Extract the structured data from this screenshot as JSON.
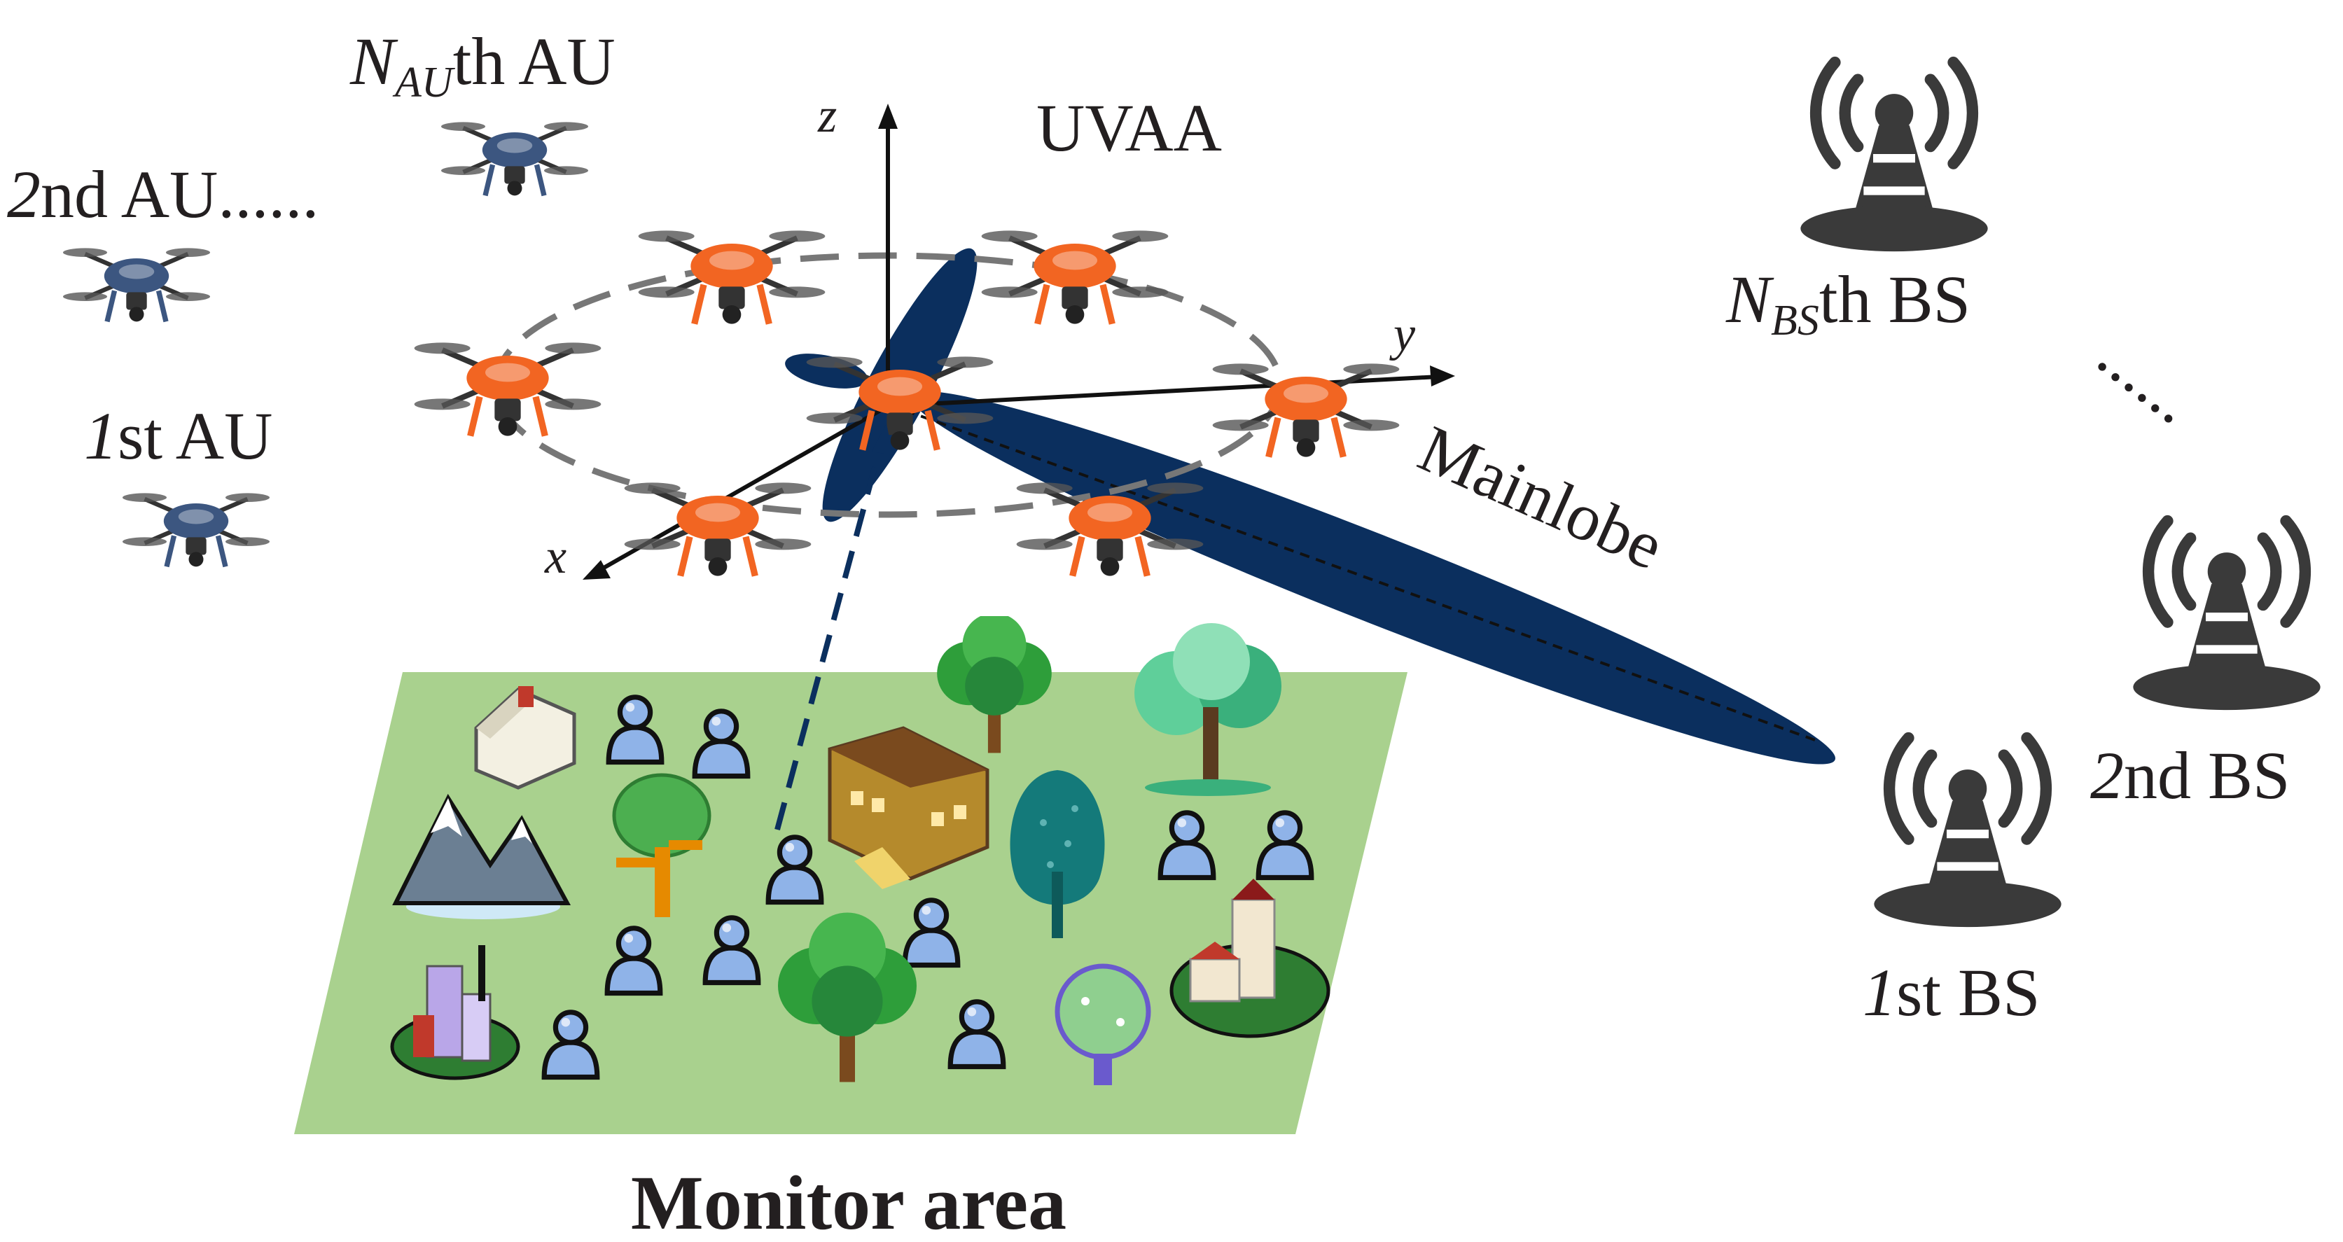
{
  "labels": {
    "au_n_sym": "N",
    "au_n_sub": "AU",
    "au_n_suffix": "th AU",
    "au_2_num": "2",
    "au_2_suffix": "nd AU",
    "au_dots": "......",
    "au_1_num": "1",
    "au_1_suffix": "st AU",
    "uvaa": "UVAA",
    "axis_z": "z",
    "axis_y": "y",
    "axis_x": "x",
    "mainlobe": "Mainlobe",
    "monitor_area": "Monitor area",
    "bs_n_sym": "N",
    "bs_n_sub": "BS",
    "bs_n_suffix": "th BS",
    "bs_dots": "......",
    "bs_2_num": "2",
    "bs_2_suffix": "nd BS",
    "bs_1_num": "1",
    "bs_1_suffix": "st BS"
  },
  "colors": {
    "background": "#ffffff",
    "uvaa_drone": "#f26522",
    "au_drone": "#3c5680",
    "beam": "#0b2f5e",
    "monitor_area": "#a9d18e",
    "tower": "#3a3a3a",
    "text": "#231f20"
  },
  "icons": {
    "au_drone": "drone-icon",
    "uvaa_drone": "drone-icon",
    "base_station": "antenna-tower-icon",
    "person": "person-icon",
    "tree": "tree-icon",
    "house": "house-icon",
    "mountain": "mountain-icon",
    "building": "building-icon",
    "church": "church-icon"
  }
}
